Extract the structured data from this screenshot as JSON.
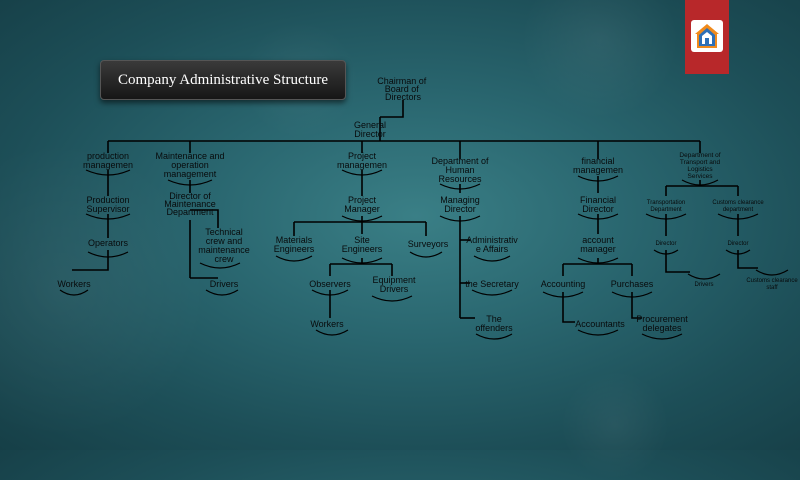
{
  "title": "Company Administrative Structure",
  "logo": "house-logo-icon",
  "colors": {
    "background": "#2a6770",
    "accent": "#b8282a",
    "line": "#000000"
  },
  "nodes": {
    "chairman": "Chairman of Board of Directors",
    "general_director": "General Director",
    "production_management": "production managemen",
    "maintenance_management": "Maintenance and operation management",
    "project_management": "Project managemen",
    "hr_department": "Department of Human Resources",
    "financial_management": "financial managemen",
    "transport_department": "Department of Transport and Logistics Services",
    "production_supervisor": "Production Supervisor",
    "director_maintenance": "Director of Maintenance Department",
    "project_manager": "Project Manager",
    "managing_director": "Managing Director",
    "financial_director": "Financial Director",
    "transportation_department": "Transportation Department",
    "customs_clearance_department": "Customs clearance department",
    "operators": "Operators",
    "technical_crew": "Technical crew and maintenance crew",
    "materials_engineers": "Materials Engineers",
    "site_engineers": "Site Engineers",
    "surveyors": "Surveyors",
    "administrative_affairs": "Administrative Affairs",
    "account_manager": "account manager",
    "director_transport": "Director",
    "director_customs": "Director",
    "workers_production": "Workers",
    "drivers_maintenance": "Drivers",
    "observers": "Observers",
    "equipment_drivers": "Equipment Drivers",
    "workers_site": "Workers",
    "secretary": "the Secretary",
    "offenders": "The offenders",
    "accounting": "Accounting",
    "purchases": "Purchases",
    "accountants": "Accountants",
    "procurement_delegates": "Procurement delegates",
    "drivers_transport": "Drivers",
    "customs_clearance_staff": "Customs clearance staff"
  }
}
